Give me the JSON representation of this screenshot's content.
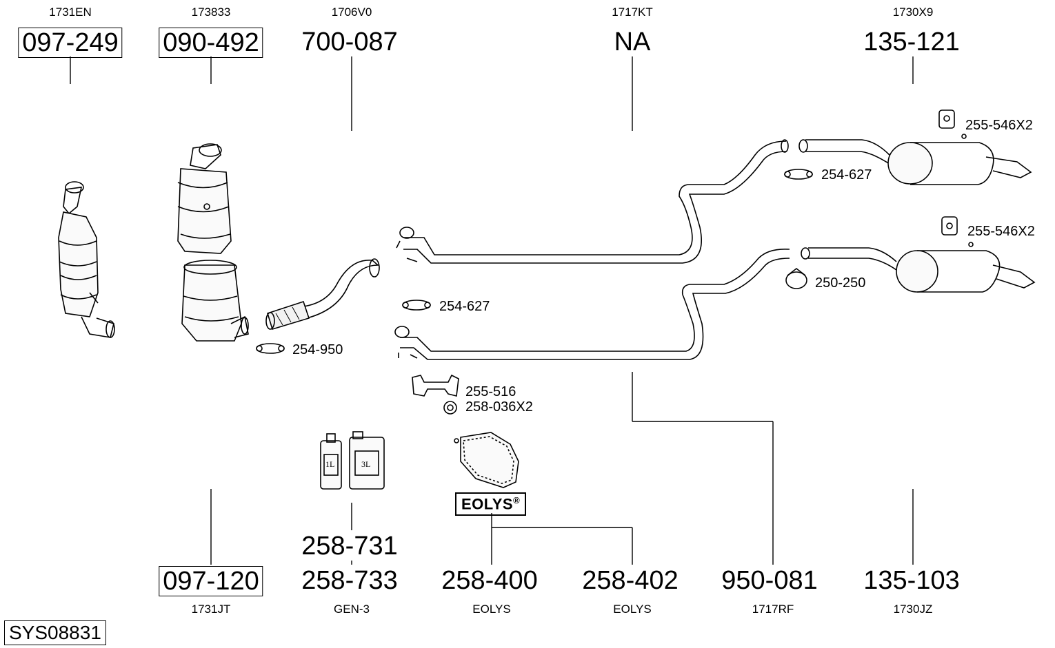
{
  "top_refs": [
    "1731EN",
    "173833",
    "1706V0",
    "1717KT",
    "1730X9"
  ],
  "top_parts": [
    "097-249",
    "090-492",
    "700-087",
    "NA",
    "135-121"
  ],
  "bottom_parts": [
    "097-120",
    "258-733",
    "258-400",
    "258-402",
    "950-081",
    "135-103"
  ],
  "bottom_refs": [
    "1731JT",
    "GEN-3",
    "EOLYS",
    "EOLYS",
    "1717RF",
    "1730JZ"
  ],
  "extra_part": "258-731",
  "callouts": {
    "mount_top": "255-546X2",
    "clamp_top": "254-627",
    "mount_lower": "255-546X2",
    "clamp_lower": "250-250",
    "clamp_mid": "254-627",
    "clamp_left": "254-950",
    "bracket": "255-516",
    "nut": "258-036X2"
  },
  "bottle_labels": [
    "1L",
    "3L"
  ],
  "eolys_brand": "EOLYS",
  "eolys_mark": "®",
  "system_code": "SYS08831"
}
